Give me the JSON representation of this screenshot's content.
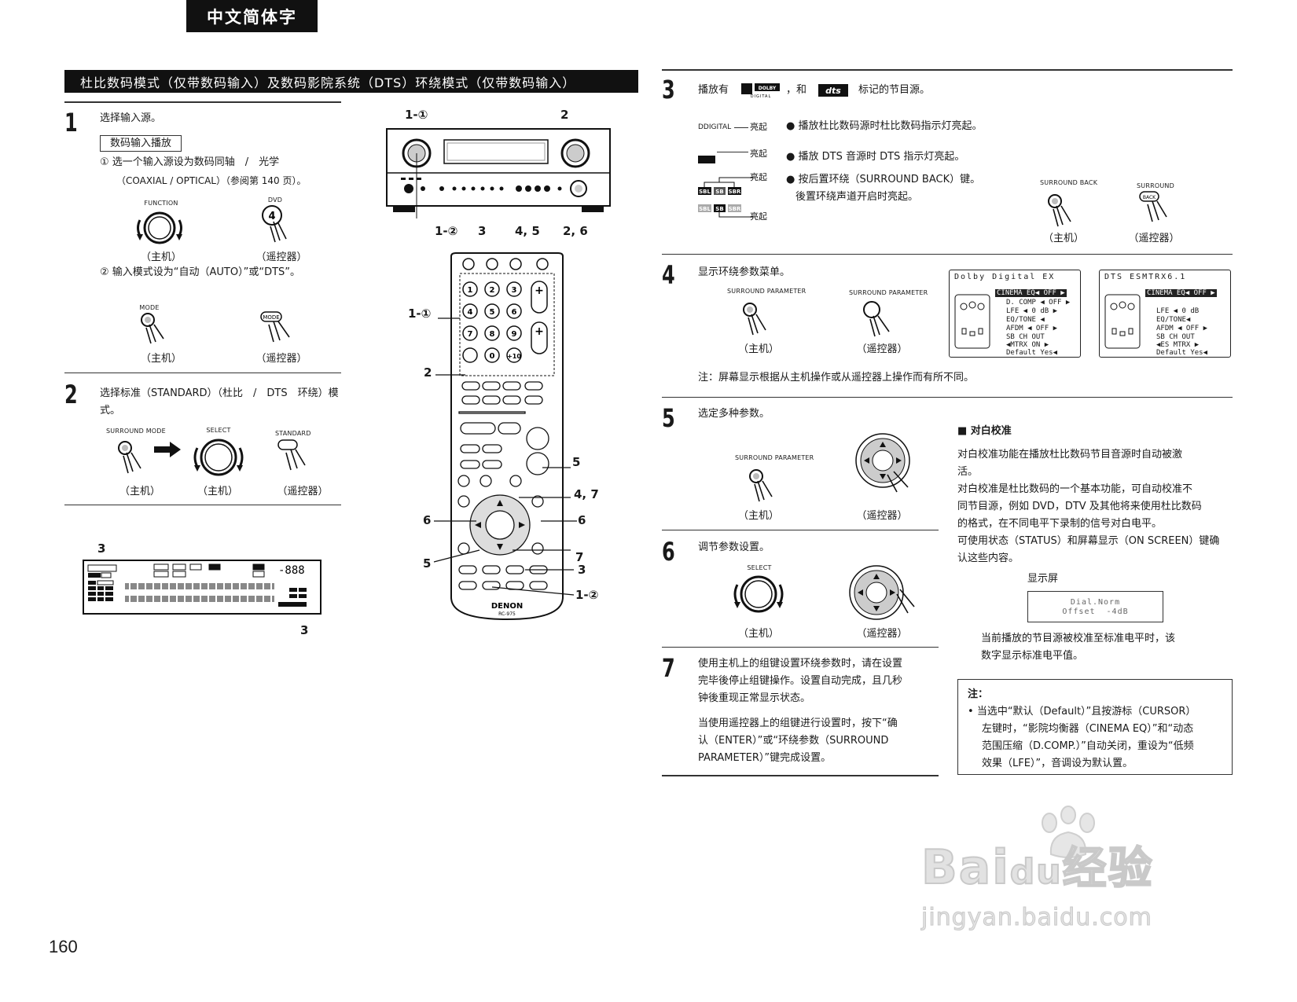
{
  "header": {
    "tab": "中文简体字",
    "section_title": "杜比数码模式（仅带数码输入）及数码影院系统（DTS）环绕模式（仅带数码输入）"
  },
  "page_number": "160",
  "step1": {
    "num": "1",
    "title": "选择输入源。",
    "boxed": "数码输入播放",
    "item1_a": "① 选一个输入源设为数码同轴　/　光学",
    "item1_b": "（COAXIAL / OPTICAL）（参阅第 140 页）。",
    "item2": "② 输入模式设为“自动（AUTO）”或“DTS”。",
    "label_function": "FUNCTION",
    "label_dvd": "DVD",
    "label_mode": "MODE",
    "label_mode_btn": "MODE",
    "key_4": "4"
  },
  "step2": {
    "num": "2",
    "title_a": "选择标准（STANDARD）（杜比　/　DTS　环绕）模",
    "title_b": "式。",
    "label_surround_mode": "SURROUND MODE",
    "label_select": "SELECT",
    "label_standard": "STANDARD"
  },
  "captions": {
    "main": "（主机）",
    "remote": "（遥控器）"
  },
  "callouts": {
    "c1_1": "1-①",
    "c2": "2",
    "c1_2": "1-②",
    "c3": "3",
    "c45": "4, 5",
    "c26": "2, 6",
    "r1_1": "1-①",
    "r2": "2",
    "r5a": "5",
    "r47": "4, 7",
    "r6a": "6",
    "r6b": "6",
    "r7": "7",
    "r5b": "5",
    "r3": "3",
    "r1_2": "1-②",
    "d3a": "3",
    "d3b": "3"
  },
  "remote": {
    "brand": "DENON",
    "model": "RC-975"
  },
  "step3": {
    "num": "3",
    "title_a": "播放有",
    "title_mid": "，和",
    "title_b": "标记的节目源。",
    "dolby_logo": "DOLBY DIGITAL",
    "dts_logo": "dts",
    "ind_dolby": "DDIGITAL",
    "lit": "亮起",
    "b1": "播放杜比数码源时杜比数码指示灯亮起。",
    "b2": "播放 DTS 音源时 DTS 指示灯亮起。",
    "b3a": "按后置环绕（SURROUND BACK）键。",
    "b3b": "後置环绕声道开启时亮起。",
    "sbl": "SBL",
    "sb": "SB",
    "sbr": "SBR",
    "label_sb_back": "SURROUND BACK",
    "label_sb_remote": "SURROUND",
    "label_back_btn": "BACK"
  },
  "step4": {
    "num": "4",
    "title": "显示环绕参数菜单。",
    "label_sp": "SURROUND PARAMETER",
    "osd1": {
      "title": "Dolby Digital EX",
      "l1": "CINEMA EQ◀ OFF ▶",
      "l2": "D. COMP  ◀ OFF ▶",
      "l3": "LFE  ◀    0 dB ▶",
      "l4": "EQ/TONE ◀",
      "l5": "AFDM ◀ OFF ▶",
      "l6": "SB CH OUT",
      "l7": "◀MTRX ON  ▶",
      "l8": "Default  Yes◀"
    },
    "osd2": {
      "title": "DTS ESMTRX6.1",
      "l1": "CINEMA EQ◀ OFF ▶",
      "l3": "LFE  ◀    0 dB",
      "l4": "EQ/TONE◀",
      "l5": "AFDM ◀ OFF ▶",
      "l6": "SB CH OUT",
      "l7": "◀ES MTRX  ▶",
      "l8": "Default  Yes◀"
    },
    "note": "注：屏幕显示根据从主机操作或从遥控器上操作而有所不同。"
  },
  "step5": {
    "num": "5",
    "title": "选定多种参数。",
    "label_sp": "SURROUND PARAMETER"
  },
  "step6": {
    "num": "6",
    "title": "调节参数设置。",
    "label_select": "SELECT"
  },
  "step7": {
    "num": "7",
    "p1a": "使用主机上的组键设置环绕参数时，请在设置",
    "p1b": "完毕後停止组键操作。设置自动完成，且几秒",
    "p1c": "钟後重现正常显示状态。",
    "p2a": "当使用遥控器上的组键进行设置时，按下“确",
    "p2b": "认（ENTER）”或“环绕参数（SURROUND",
    "p2c": "PARAMETER）”键完成设置。"
  },
  "dialog": {
    "heading": "■ 对白校准",
    "p1a": "对白校准功能在播放杜比数码节目音源时自动被激",
    "p1b": "活。",
    "p2a": "对白校准是杜比数码的一个基本功能，可自动校准不",
    "p2b": "同节目源，例如 DVD，DTV 及其他将来使用杜比数码",
    "p2c": "的格式，在不同电平下录制的信号对白电平。",
    "p3a": "可使用状态（STATUS）和屏幕显示（ON SCREEN）键确",
    "p3b": "认这些内容。",
    "display_label": "显示屏",
    "disp1": "Dial.Norm",
    "disp2": "Offset  -4dB",
    "after_a": "当前播放的节目源被校准至标准电平时，该",
    "after_b": "数字显示标准电平值。"
  },
  "note_box": {
    "heading": "注：",
    "l1": "当选中“默认（Default）”且按游标（CURSOR）",
    "l2": "左键时，“影院均衡器（CINEMA EQ）”和“动态",
    "l3": "范围压缩（D.COMP.）”自动关闭，重设为“低频",
    "l4": "效果（LFE）”，音调设为默认置。"
  },
  "watermark": {
    "w1": "Bai",
    "w2": "du",
    "w3": "经验",
    "w4": "jingyan.baidu.com"
  }
}
